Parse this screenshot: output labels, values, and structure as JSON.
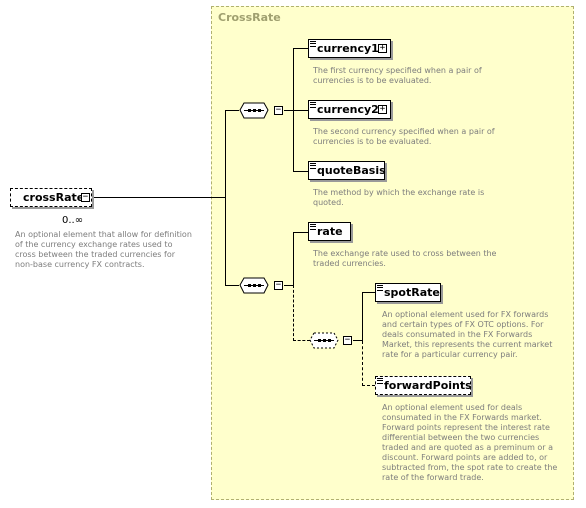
{
  "group": {
    "title": "CrossRate"
  },
  "root": {
    "label": "crossRate",
    "cardinality": "0..∞",
    "description": "An optional element that allow for definition of the currency exchange rates used to cross between the traded currencies for non-base currency FX contracts."
  },
  "elements": {
    "currency1": {
      "label": "currency1",
      "description": "The first currency specified when a pair of currencies is to be evaluated."
    },
    "currency2": {
      "label": "currency2",
      "description": "The second currency specified when a pair of currencies is to be evaluated."
    },
    "quoteBasis": {
      "label": "quoteBasis",
      "description": "The method by which the exchange rate is quoted."
    },
    "rate": {
      "label": "rate",
      "description": "The exchange rate used to cross between the traded currencies."
    },
    "spotRate": {
      "label": "spotRate",
      "description": "An optional element used for FX forwards and certain types of FX OTC options. For deals consumated in the FX Forwards Market, this represents the current market rate for a particular currency pair."
    },
    "forwardPoints": {
      "label": "forwardPoints",
      "description": "An optional element used for deals consumated in the FX Forwards market. Forward points represent the interest rate differential between the two currencies traded and are quoted as a preminum or a discount. Forward points are added to, or subtracted from, the spot rate to create the rate of the forward trade."
    }
  },
  "icons": {
    "expand": "+",
    "collapse": "−"
  },
  "colors": {
    "group_fill": "#ffffcc",
    "group_border": "#b0b070",
    "description_text": "#7d7d7d"
  }
}
